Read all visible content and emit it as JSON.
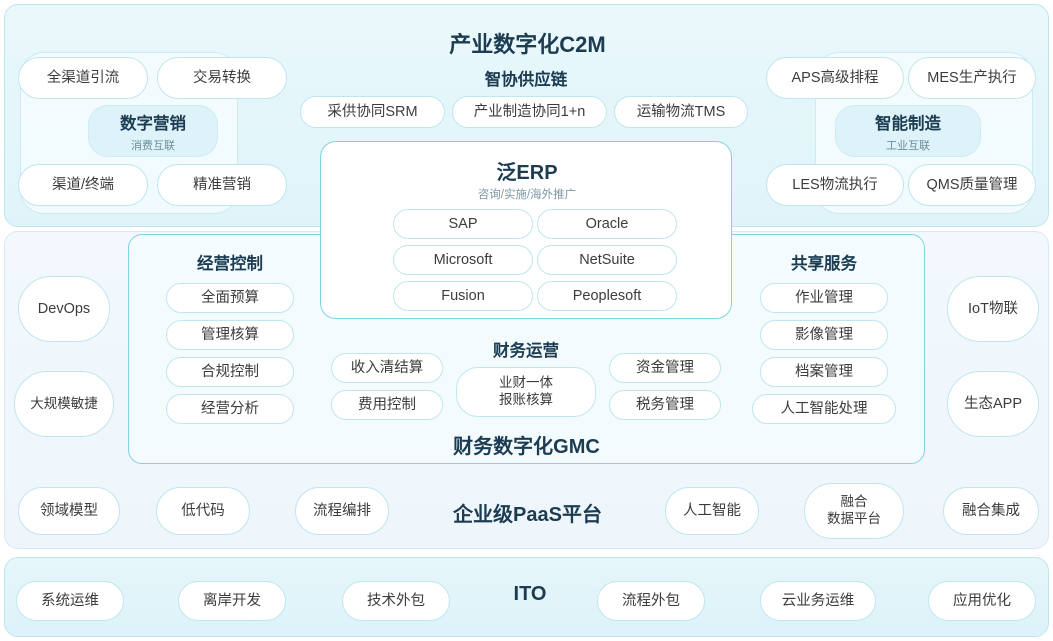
{
  "diagram": {
    "type": "layered-architecture",
    "bands": {
      "c2m": {
        "title": "产业数字化C2M",
        "supply_chain_title": "智协供应链",
        "marketing_cluster": {
          "title": "数字营销",
          "subtitle": "消费互联"
        },
        "manufacturing_cluster": {
          "title": "智能制造",
          "subtitle": "工业互联"
        },
        "marketing_pills": [
          "全渠道引流",
          "交易转换",
          "渠道/终端",
          "精准营销"
        ],
        "supply_chain_pills": [
          "采供协同SRM",
          "产业制造协同1+n",
          "运输物流TMS"
        ],
        "manufacturing_pills": [
          "APS高级排程",
          "MES生产执行",
          "LES物流执行",
          "QMS质量管理"
        ]
      },
      "erp": {
        "title": "泛ERP",
        "subtitle": "咨询/实施/海外推广",
        "products": [
          "SAP",
          "Oracle",
          "Microsoft",
          "NetSuite",
          "Fusion",
          "Peoplesoft"
        ]
      },
      "gmc": {
        "title": "财务数字化GMC",
        "control_title": "经营控制",
        "control_pills": [
          "全面预算",
          "管理核算",
          "合规控制",
          "经营分析"
        ],
        "finance_ops_title": "财务运营",
        "finance_left_pills": [
          "收入清结算",
          "费用控制"
        ],
        "finance_center_pill": "业财一体\n报账核算",
        "finance_right_pills": [
          "资金管理",
          "税务管理"
        ],
        "shared_title": "共享服务",
        "shared_pills": [
          "作业管理",
          "影像管理",
          "档案管理",
          "人工智能处理"
        ],
        "left_outer_pills": [
          "DevOps",
          "大规模敏捷"
        ],
        "right_outer_pills": [
          "IoT物联",
          "生态APP"
        ]
      },
      "paas": {
        "title": "企业级PaaS平台",
        "pills": [
          "领域模型",
          "低代码",
          "流程编排",
          "人工智能",
          "融合\n数据平台",
          "融合集成"
        ]
      },
      "ito": {
        "title": "ITO",
        "pills": [
          "系统运维",
          "离岸开发",
          "技术外包",
          "流程外包",
          "云业务运维",
          "应用优化"
        ]
      }
    },
    "colors": {
      "accent_border": "#7fd3e3",
      "pill_border": "#bfe6ef",
      "title_text": "#1c3c52",
      "band_top_bg": "#e4f6fb",
      "band_mid_bg": "#f0f7fc",
      "band_bottom_bg": "#e2f4fa"
    }
  }
}
